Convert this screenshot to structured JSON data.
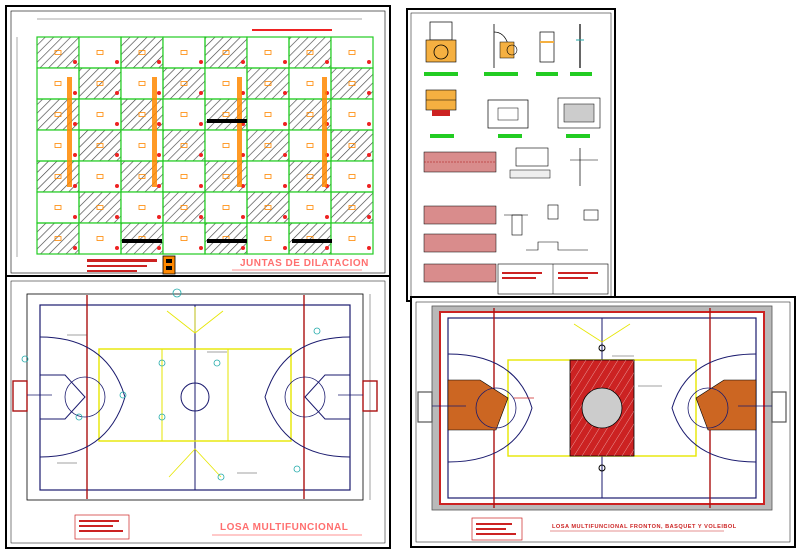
{
  "sheets": {
    "expansion_joints": {
      "title": "JUNTAS DE DILATACION"
    },
    "details": {},
    "multi_court": {
      "title": "LOSA MULTIFUNCIONAL"
    },
    "basketball_court": {
      "title": "LOSA MULTIFUNCIONAL FRONTON, BASQUET Y VOLEIBOL"
    }
  },
  "colors": {
    "frame": "#000000",
    "green": "#22cc22",
    "hatch": "#333333",
    "red": "#ee2222",
    "orange": "#ff8800",
    "navy": "#1a1a6e",
    "purple": "#5533aa",
    "yellow": "#e6e600",
    "darkred": "#aa1111",
    "cyan": "#22aaaa",
    "paint_red": "#cc2222",
    "paint_orange": "#cc6622"
  }
}
